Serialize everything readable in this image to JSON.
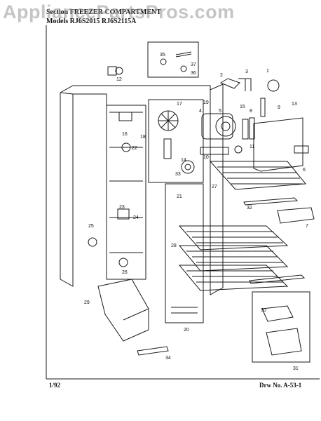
{
  "watermark": "AppliancePartsPros.com",
  "header": {
    "section_label": "Section",
    "section_title": "FREEZER COMPARTMENT",
    "models_label": "Models",
    "models_value": "RJ6S2015 RJ6S2115A"
  },
  "footer": {
    "date": "1/92",
    "drawing_number": "Drw No. A-53-1"
  },
  "callouts": [
    "1",
    "2",
    "3",
    "4",
    "5",
    "6",
    "7",
    "8",
    "9",
    "10",
    "11",
    "12",
    "13",
    "14",
    "15",
    "16",
    "17",
    "18",
    "19",
    "20",
    "21",
    "22",
    "23",
    "24",
    "25",
    "26",
    "27",
    "28",
    "29",
    "30",
    "31",
    "32",
    "33",
    "34",
    "35",
    "36",
    "37"
  ],
  "colors": {
    "line": "#1a1a1a",
    "paper": "#ffffff",
    "watermark": "#969696"
  }
}
